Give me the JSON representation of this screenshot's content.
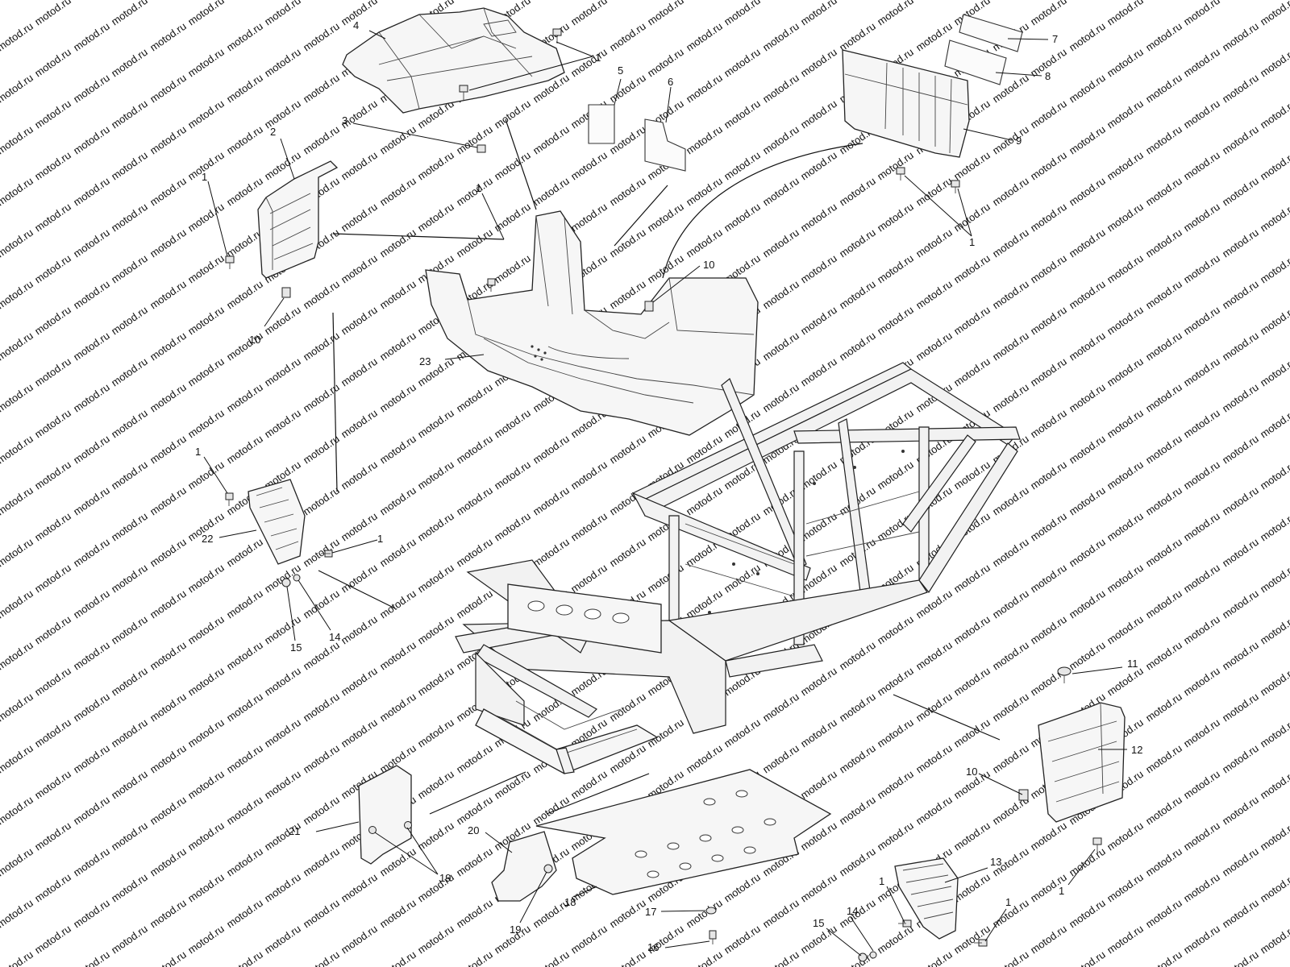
{
  "watermark": {
    "text": "motod.ru"
  },
  "callouts": {
    "c1a": "1",
    "c1b": "1",
    "c1c": "1",
    "c1d": "1",
    "c1e": "1",
    "c1f": "1",
    "c1g": "1",
    "c1h": "1",
    "c1i": "1",
    "c2": "2",
    "c3": "3",
    "c4": "4",
    "c5": "5",
    "c6": "6",
    "c7": "7",
    "c8": "8",
    "c9": "9",
    "c10a": "10",
    "c10b": "10",
    "c10c": "10",
    "c11": "11",
    "c12": "12",
    "c13": "13",
    "c14a": "14",
    "c14b": "14",
    "c15a": "15",
    "c15b": "15",
    "c16": "16",
    "c17": "17",
    "c18": "18",
    "c19a": "19",
    "c19b": "19",
    "c20": "20",
    "c21": "21",
    "c22": "22",
    "c23": "23"
  }
}
